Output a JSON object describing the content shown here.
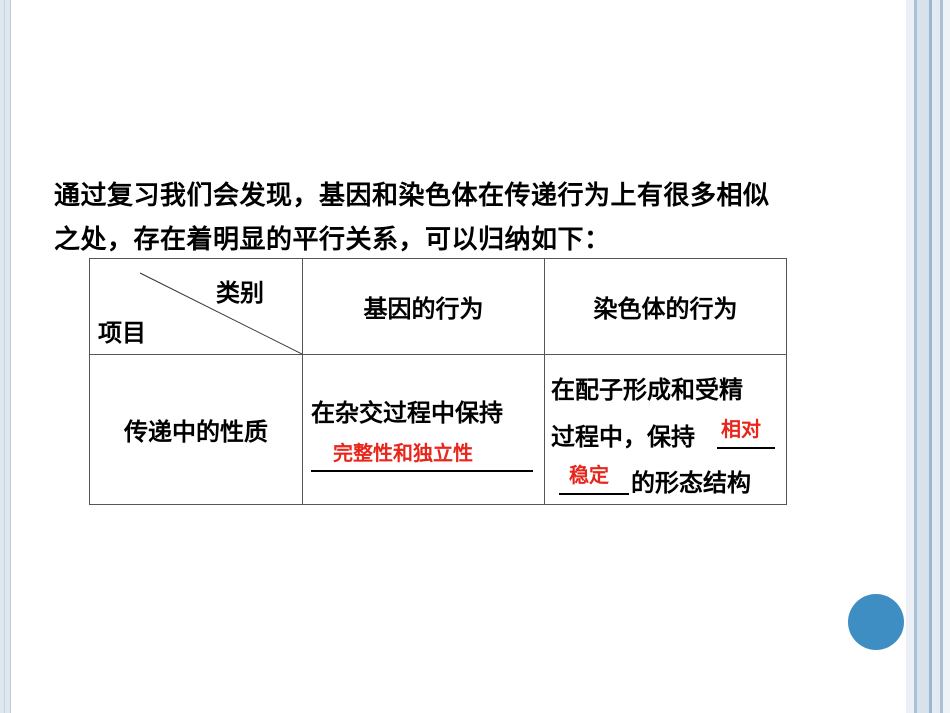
{
  "intro": {
    "line1": "通过复习我们会发现，基因和染色体在传递行为上有很多相似",
    "line2": "之处，存在着明显的平行关系，可以归纳如下："
  },
  "table": {
    "corner_top": "类别",
    "corner_bottom": "项目",
    "col_gene": "基因的行为",
    "col_chromosome": "染色体的行为",
    "row_label": "传递中的性质",
    "gene_text": "在杂交过程中保持",
    "gene_answer": "完整性和独立性",
    "chr_line1": "在配子形成和受精",
    "chr_line2": "过程中，保持",
    "chr_answer1": "相对",
    "chr_answer2": "稳定",
    "chr_line3": "的形态结构"
  },
  "colors": {
    "answer": "#e8261c",
    "accent_circle": "#3e8ec4",
    "frame": "#dfe7ef"
  }
}
